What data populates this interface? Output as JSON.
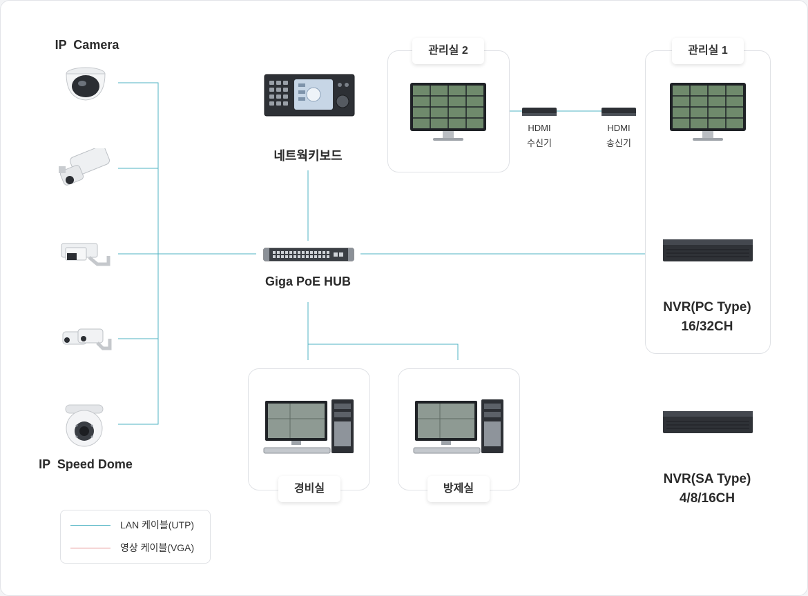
{
  "colors": {
    "lan": "#4fb3c3",
    "video": "#e58b8b"
  },
  "labels": {
    "ip_camera": "IP  Camera",
    "ip_speed_dome": "IP  Speed Dome",
    "network_keyboard": "네트웍키보드",
    "poe_hub": "Giga PoE HUB",
    "nvr_pc_line1": "NVR(PC Type)",
    "nvr_pc_line2": "16/32CH",
    "nvr_sa_line1": "NVR(SA Type)",
    "nvr_sa_line2": "4/8/16CH",
    "hdmi_rx_line1": "HDMI",
    "hdmi_rx_line2": "수신기",
    "hdmi_tx_line1": "HDMI",
    "hdmi_tx_line2": "송신기"
  },
  "rooms": {
    "control_room_2": "관리실 2",
    "control_room_1": "관리실 1",
    "guard_room": "경비실",
    "disaster_room": "방제실"
  },
  "legend": {
    "lan_cable": "LAN 케이블(UTP)",
    "video_cable": "영상 케이블(VGA)"
  },
  "icons": [
    "dome-camera-icon",
    "bullet-camera-icon",
    "box-camera-icon",
    "dual-camera-icon",
    "speed-dome-icon",
    "keyboard-controller-icon",
    "poe-switch-icon",
    "monitor-icon",
    "hdmi-box-icon",
    "nvr-icon",
    "desktop-pc-icon"
  ]
}
